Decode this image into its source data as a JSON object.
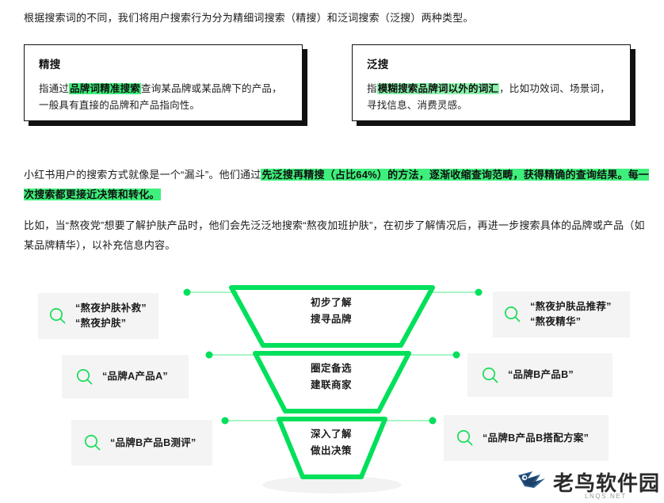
{
  "intro": {
    "text_before": "根据搜索词的不同，我们将用户搜索行为分为精细词搜索（精搜）和泛词搜索（泛搜）两种类型。"
  },
  "cards": [
    {
      "id": "jingsou",
      "title": "精搜",
      "body_pre": "指通过",
      "body_highlight": "品牌词精准搜索",
      "body_post": "查询某品牌或某品牌下的产品，一般具有直接的品牌和产品指向性。"
    },
    {
      "id": "fansou",
      "title": "泛搜",
      "body_pre": "指",
      "body_highlight": "模糊搜索品牌词以外的词汇",
      "body_post": "，比如功效词、场景词，寻找信息、消费灵感。"
    }
  ],
  "paragraphs": {
    "p1_pre": "小红书用户的搜索方式就像是一个“漏斗”。他们通过",
    "p1_highlight": "先泛搜再精搜（占比64%）的方法，逐渐收缩查询范畴，获得精确的查询结果。每一次搜索都更接近决策和转化。",
    "p2": "比如，当“熬夜党”想要了解护肤产品时，他们会先泛泛地搜索“熬夜加班护肤”，在初步了解情况后，再进一步搜索具体的品牌或产品（如某品牌精华），以补充信息内容。"
  },
  "funnel": {
    "accent_color": "#00e05a",
    "line_color": "#a8f5c4",
    "stages": [
      {
        "line1": "初步了解",
        "line2": "搜寻品牌"
      },
      {
        "line1": "圈定备选",
        "line2": "建联商家"
      },
      {
        "line1": "深入了解",
        "line2": "做出决策"
      }
    ]
  },
  "queries": {
    "left": [
      {
        "icon": "search-icon",
        "text": "“熬夜护肤补救”\n“熬夜护肤”"
      },
      {
        "icon": "search-icon",
        "text": "“品牌A产品A”"
      },
      {
        "icon": "search-icon",
        "text": "“品牌B产品B测评”"
      }
    ],
    "right": [
      {
        "icon": "search-icon",
        "text": "“熬夜护肤品推荐”\n“熬夜精华”"
      },
      {
        "icon": "search-icon",
        "text": "“品牌B产品B”"
      },
      {
        "icon": "search-icon",
        "text": "“品牌B产品B搭配方案”"
      }
    ]
  },
  "watermark": {
    "name": "老鸟软件园",
    "domain": "LNQS.NET"
  }
}
